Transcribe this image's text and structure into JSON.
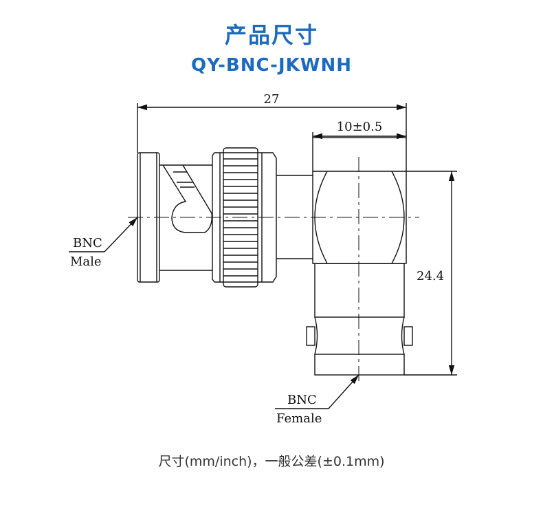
{
  "header": {
    "title": "产品尺寸",
    "model": "QY-BNC-JKWNH"
  },
  "drawing": {
    "dim_total_length": "27",
    "dim_head_width": "10±0.5",
    "dim_height": "24.4",
    "callout_male": {
      "line1": "BNC",
      "line2": "Male"
    },
    "callout_female": {
      "line1": "BNC",
      "line2": "Female"
    }
  },
  "footer": {
    "note": "尺寸(mm/inch)，一般公差(±0.1mm)"
  },
  "colors": {
    "accent": "#1a6bbf"
  }
}
